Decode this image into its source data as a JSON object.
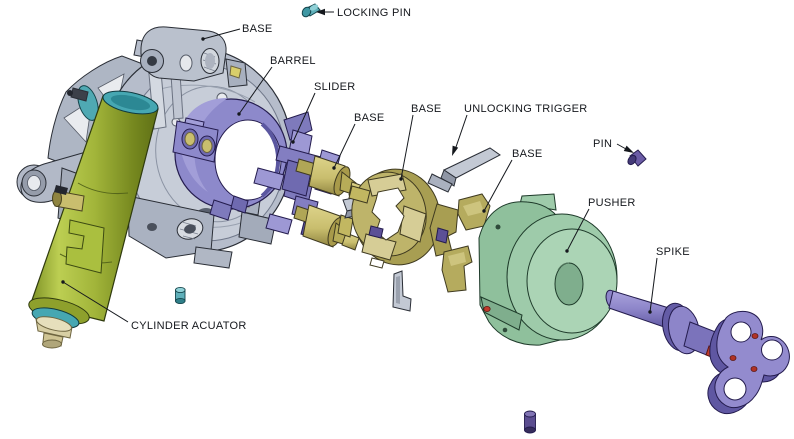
{
  "diagram": {
    "kind": "exploded-assembly-drawing",
    "labels": {
      "base_top": "BASE",
      "locking_pin": "LOCKING PIN",
      "barrel": "BARREL",
      "slider": "SLIDER",
      "base_rod": "BASE",
      "base_jaw_disc": "BASE",
      "unlocking_trigger": "UNLOCKING TRIGGER",
      "base_claw": "BASE",
      "pin": "PIN",
      "pusher": "PUSHER",
      "spike": "SPIKE",
      "cylinder_actuator": "CYLINDER ACUATOR"
    },
    "colors": {
      "background": "#ffffff",
      "outline": "#23262e",
      "label_text": "#15181d",
      "casting_gray": "#b6bdcb",
      "casting_gray_light": "#c7cdd8",
      "actuator_green": "#9fb236",
      "actuator_teal": "#46a7b2",
      "barrel_purple": "#8d89cb",
      "slider_purple": "#837ec1",
      "base_yellow": "#c9be6e",
      "jaw_olive": "#b5ab5e",
      "trigger_gray": "#c3c9d4",
      "pusher_green": "#9ecbaa",
      "spike_purple": "#938bce",
      "pin_teal": "#5fb0ba",
      "accent_red": "#c03a2b"
    }
  }
}
